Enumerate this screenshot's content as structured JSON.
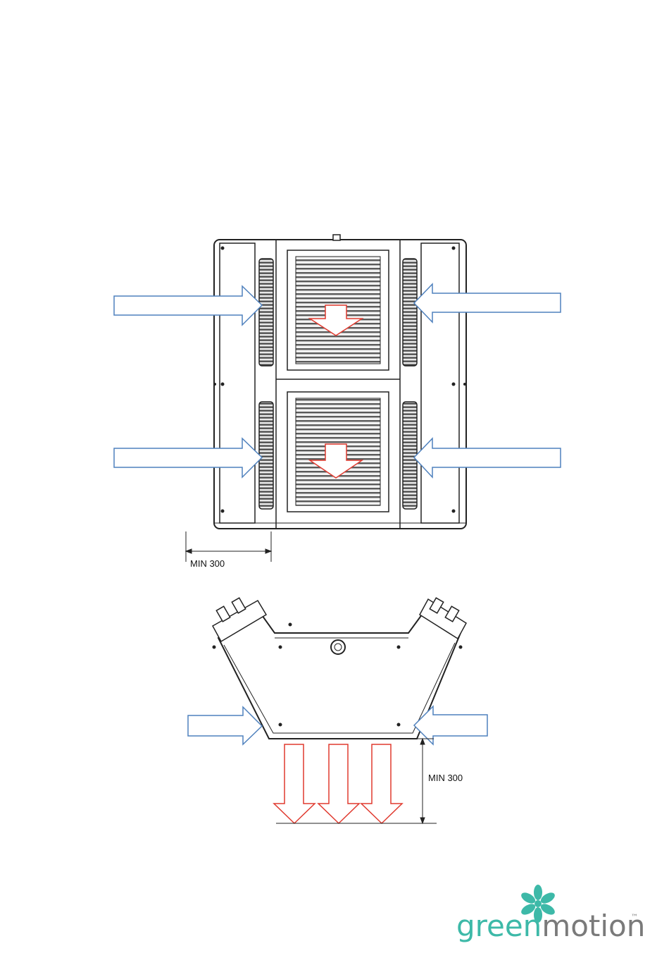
{
  "dimensions": {
    "top_clearance_label": "MIN 300",
    "side_clearance_label": "MIN 300"
  },
  "logo": {
    "word_green": "green",
    "word_motion": "motion",
    "trademark": "™",
    "icon": "flower-icon"
  },
  "colors": {
    "intake_arrow": "#4f81bd",
    "exhaust_arrow": "#e03a2f",
    "outline": "#222222",
    "brand_teal": "#3db9a8",
    "brand_grey": "#7a7a7a"
  }
}
